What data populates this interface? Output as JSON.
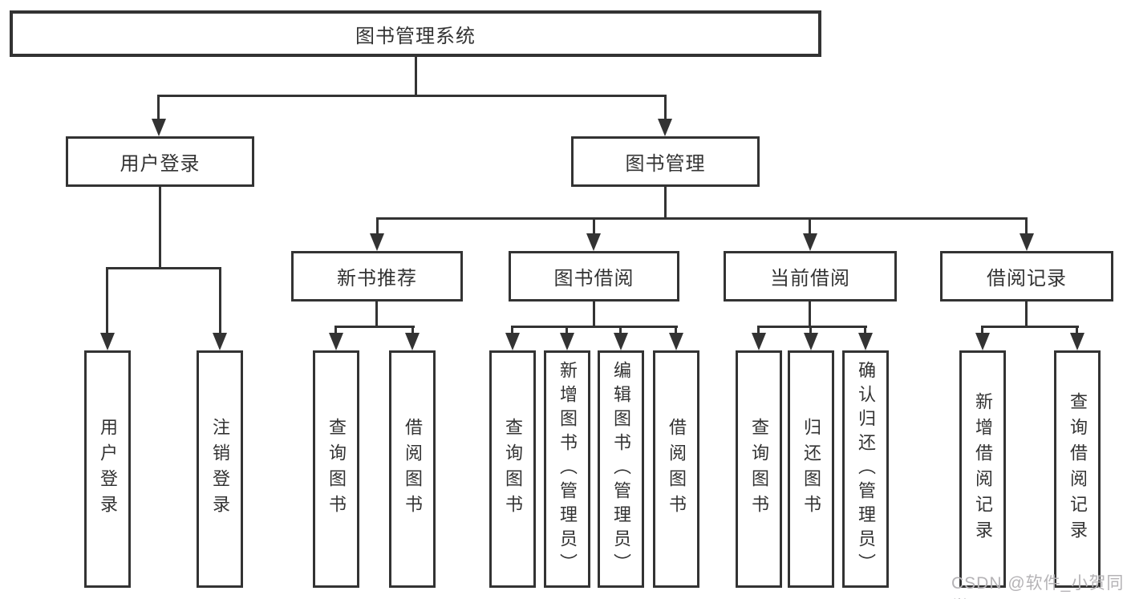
{
  "diagram": {
    "root": "图书管理系统",
    "user_login": {
      "label": "用户登录",
      "children": [
        "用户登录",
        "注销登录"
      ]
    },
    "book_mgmt": {
      "label": "图书管理",
      "sections": [
        {
          "label": "新书推荐",
          "children": [
            "查询图书",
            "借阅图书"
          ]
        },
        {
          "label": "图书借阅",
          "children": [
            "查询图书",
            "新增图书（管理员）",
            "编辑图书（管理员）",
            "借阅图书"
          ]
        },
        {
          "label": "当前借阅",
          "children": [
            "查询图书",
            "归还图书",
            "确认归还（管理员）"
          ]
        },
        {
          "label": "借阅记录",
          "children": [
            "新增借阅记录",
            "查询借阅记录"
          ]
        }
      ]
    }
  },
  "watermark": "CSDN @软件_小贺同学",
  "colors": {
    "line": "#333333",
    "text": "#333333",
    "watermark": "#b5b3b6",
    "background": "#ffffff"
  }
}
